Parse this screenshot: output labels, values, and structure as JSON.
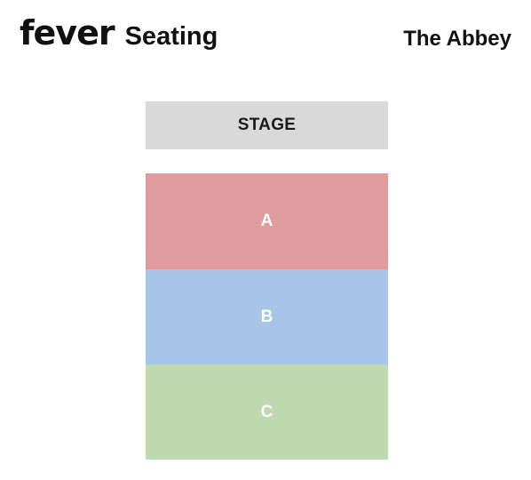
{
  "header": {
    "logo_text": "fever",
    "title": "Seating",
    "venue": "The Abbey"
  },
  "stage": {
    "label": "STAGE",
    "color": "#d9d9d9"
  },
  "sections": [
    {
      "label": "A",
      "color": "#e09c9c"
    },
    {
      "label": "B",
      "color": "#a8c4e6"
    },
    {
      "label": "C",
      "color": "#bfd9b0"
    }
  ]
}
